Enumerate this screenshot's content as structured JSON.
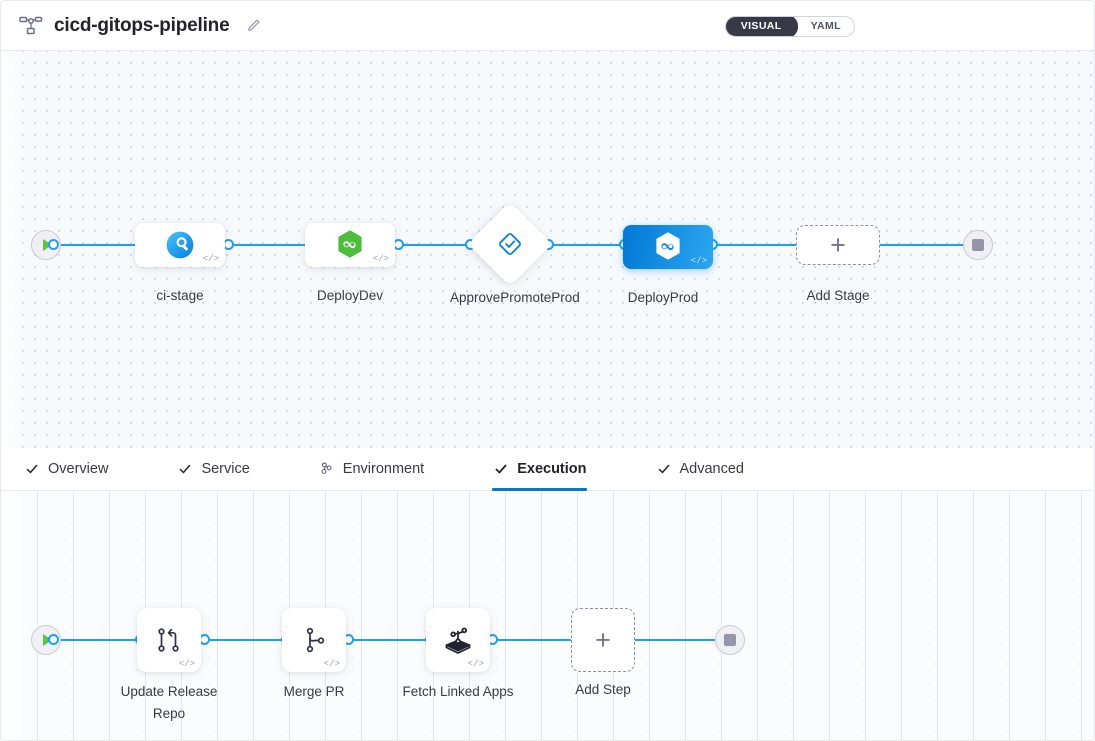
{
  "header": {
    "pipeline_icon": "pipeline-icon",
    "title": "cicd-gitops-pipeline",
    "edit_icon": "pencil-icon",
    "view_toggle": {
      "visual_label": "VISUAL",
      "yaml_label": "YAML",
      "active": "VISUAL"
    }
  },
  "colors": {
    "accent_blue": "#0278D5",
    "edge_blue": "#1f9ff0",
    "selected_gradient_from": "#0278D5",
    "selected_gradient_to": "#2CA6F0",
    "canvas_bg": "#f6fafd",
    "text": "#383946",
    "start_green": "#5cc24a",
    "stop_gray": "#9496a8",
    "harness_green": "#4DBE3B"
  },
  "stage_graph": {
    "start_node": {
      "name": "start-node",
      "icon": "play-icon"
    },
    "end_node": {
      "name": "end-node",
      "icon": "stop-icon"
    },
    "stages": [
      {
        "label": "ci-stage",
        "icon": "ci-build-icon",
        "type": "ci",
        "selected": false,
        "code_badge": "</>"
      },
      {
        "label": "DeployDev",
        "icon": "harness-hexagon-icon",
        "type": "deploy",
        "selected": false,
        "code_badge": "</>"
      },
      {
        "label": "ApprovePromoteProd",
        "icon": "approval-diamond-check-icon",
        "type": "approval",
        "selected": false,
        "code_badge": ""
      },
      {
        "label": "DeployProd",
        "icon": "harness-hexagon-icon",
        "type": "deploy",
        "selected": true,
        "code_badge": "</>"
      }
    ],
    "add_stage": {
      "label": "Add Stage",
      "icon": "plus-icon"
    }
  },
  "tabs": [
    {
      "label": "Overview",
      "icon": "check-icon",
      "active": false
    },
    {
      "label": "Service",
      "icon": "check-icon",
      "active": false
    },
    {
      "label": "Environment",
      "icon": "environment-cluster-icon",
      "active": false
    },
    {
      "label": "Execution",
      "icon": "check-icon",
      "active": true
    },
    {
      "label": "Advanced",
      "icon": "check-icon",
      "active": false
    }
  ],
  "step_graph": {
    "start_node": {
      "name": "start-node",
      "icon": "play-icon"
    },
    "end_node": {
      "name": "end-node",
      "icon": "stop-icon"
    },
    "steps": [
      {
        "label": "Update Release Repo",
        "icon": "git-update-release-icon",
        "code_badge": "</>"
      },
      {
        "label": "Merge PR",
        "icon": "git-branch-merge-icon",
        "code_badge": "</>"
      },
      {
        "label": "Fetch Linked Apps",
        "icon": "fetch-linked-apps-icon",
        "code_badge": "</>"
      }
    ],
    "add_step": {
      "label": "Add Step",
      "icon": "plus-icon"
    }
  }
}
